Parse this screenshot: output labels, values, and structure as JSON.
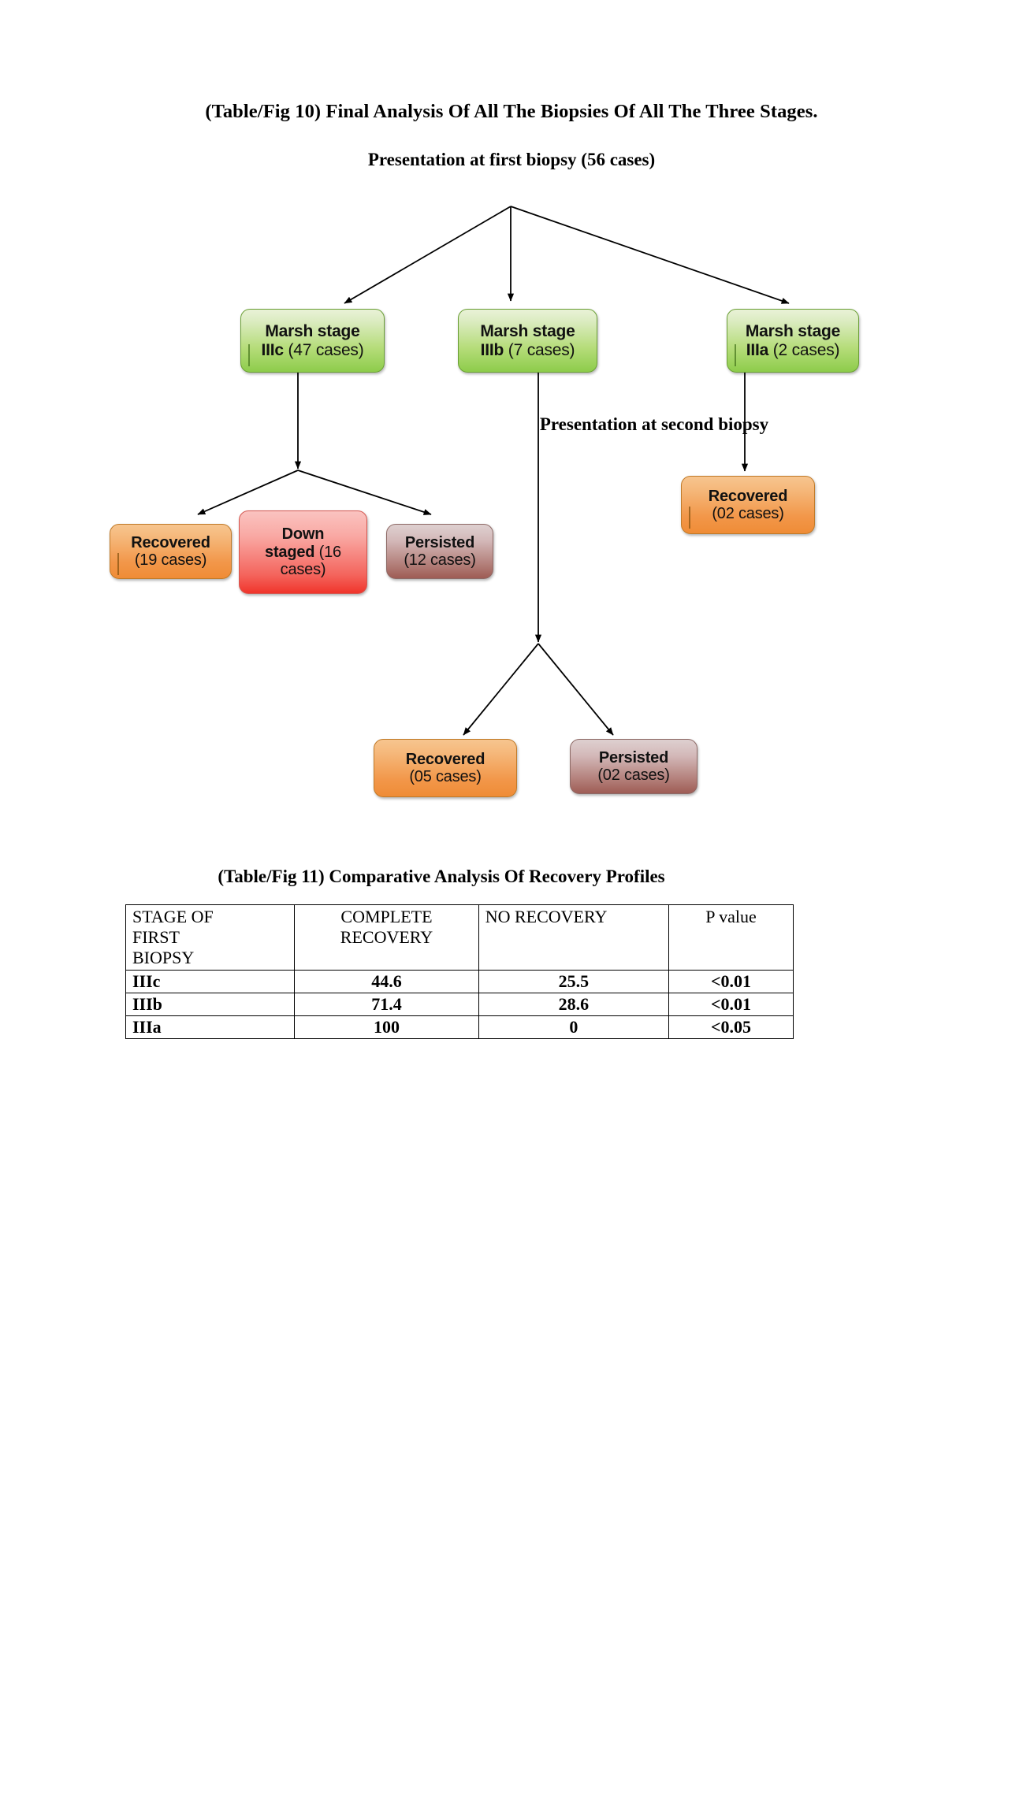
{
  "figure10": {
    "title": "(Table/Fig 10) Final Analysis Of All The Biopsies Of All The Three Stages.",
    "subtitle": "Presentation at first biopsy (56 cases)",
    "second_biopsy_label": "Presentation at second biopsy",
    "nodes": {
      "stage_iiic": {
        "line1": "Marsh stage",
        "line2_bold": "IIIc",
        "line2_rest": " (47 cases)",
        "color": "#8dcc4b"
      },
      "stage_iiib": {
        "line1": "Marsh stage",
        "line2_bold": "IIIb",
        "line2_rest": " (7 cases)",
        "color": "#8dcc4b"
      },
      "stage_iiia": {
        "line1": "Marsh stage",
        "line2_bold": "IIIa",
        "line2_rest": " (2 cases)",
        "color": "#8dcc4b"
      },
      "recovered_19": {
        "line1": "Recovered",
        "line2": "(19 cases)",
        "color": "#f2974a"
      },
      "down_staged_16": {
        "line1": "Down",
        "line2_bold": "staged",
        "line2_rest": " (16",
        "line3": "cases)",
        "color": "#f4645c"
      },
      "persisted_12": {
        "line1": "Persisted",
        "line2": "(12 cases)",
        "color": "#b07a74"
      },
      "recovered_02_right": {
        "line1": "Recovered",
        "line2": "(02 cases)",
        "color": "#f2974a"
      },
      "recovered_05": {
        "line1": "Recovered",
        "line2": "(05 cases)",
        "color": "#f2974a"
      },
      "persisted_02": {
        "line1": "Persisted",
        "line2": "(02 cases)",
        "color": "#b07a74"
      }
    }
  },
  "figure11": {
    "title": "(Table/Fig 11) Comparative Analysis Of Recovery Profiles",
    "columns": [
      "STAGE OF FIRST BIOPSY",
      "COMPLETE RECOVERY",
      "NO RECOVERY",
      "P value"
    ],
    "column_lines": {
      "c0": [
        "STAGE OF",
        "FIRST",
        "BIOPSY"
      ],
      "c1": [
        "COMPLETE",
        "RECOVERY"
      ],
      "c2": [
        "NO RECOVERY"
      ],
      "c3": [
        "P value"
      ]
    },
    "rows": [
      {
        "stage": "IIIc",
        "complete_recovery": "44.6",
        "no_recovery": "25.5",
        "p_value": "<0.01"
      },
      {
        "stage": "IIIb",
        "complete_recovery": "71.4",
        "no_recovery": "28.6",
        "p_value": "<0.01"
      },
      {
        "stage": "IIIa",
        "complete_recovery": "100",
        "no_recovery": "0",
        "p_value": "<0.05"
      }
    ]
  }
}
